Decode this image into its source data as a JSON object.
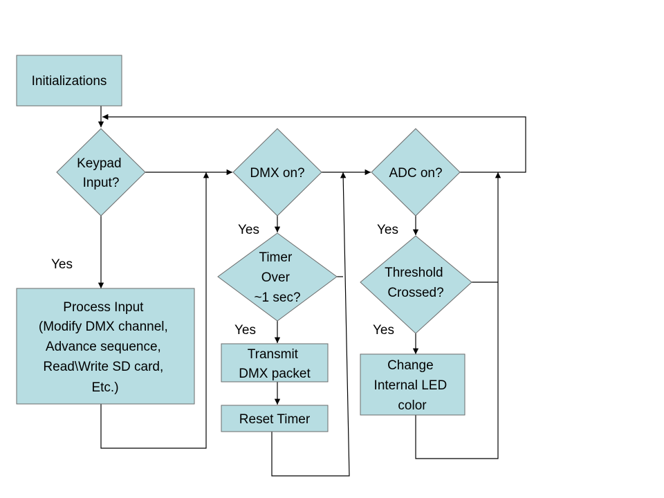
{
  "nodes": {
    "initializations": {
      "lines": [
        "Initializations"
      ]
    },
    "keypad_input": {
      "lines": [
        "Keypad",
        "Input?"
      ]
    },
    "dmx_on": {
      "lines": [
        "DMX on?"
      ]
    },
    "adc_on": {
      "lines": [
        "ADC on?"
      ]
    },
    "process_input": {
      "lines": [
        "Process Input",
        "(Modify DMX channel,",
        "Advance sequence,",
        "Read\\Write SD card,",
        "Etc.)"
      ]
    },
    "timer_over": {
      "lines": [
        "Timer",
        "Over",
        "~1 sec?"
      ]
    },
    "threshold_crossed": {
      "lines": [
        "Threshold",
        "Crossed?"
      ]
    },
    "transmit_dmx": {
      "lines": [
        "Transmit",
        "DMX packet"
      ]
    },
    "reset_timer": {
      "lines": [
        "Reset Timer"
      ]
    },
    "change_led": {
      "lines": [
        "Change",
        "Internal LED",
        "color"
      ]
    }
  },
  "edge_labels": {
    "keypad_yes": "Yes",
    "dmx_yes": "Yes",
    "adc_yes": "Yes",
    "timer_yes": "Yes",
    "threshold_yes": "Yes"
  },
  "colors": {
    "node_fill": "#b7dde2",
    "node_stroke": "#6a6a6a",
    "line": "#000000"
  }
}
